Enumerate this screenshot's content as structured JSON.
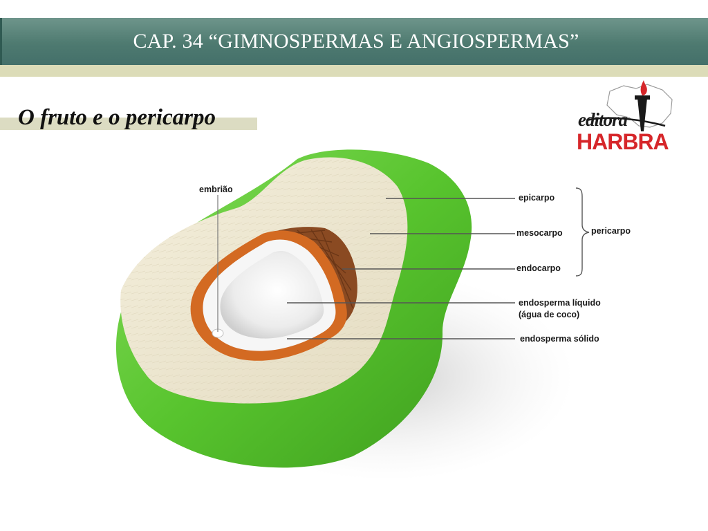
{
  "slide": {
    "title": "CAP. 34 “GIMNOSPERMAS E ANGIOSPERMAS”",
    "subtitle": "O fruto e o pericarpo"
  },
  "logo": {
    "script_text": "editora",
    "word": "HARBRA",
    "colors": {
      "word": "#d6262a",
      "script": "#1a1a1a"
    }
  },
  "diagram": {
    "labels": {
      "embryo": "embrião",
      "epicarp": "epicarpo",
      "mesocarp": "mesocarpo",
      "endocarp": "endocarpo",
      "pericarp": "pericarpo",
      "liquid_endosperm_line1": "endosperma líquido",
      "liquid_endosperm_line2": "(água de coco)",
      "solid_endosperm": "endosperma sólido"
    },
    "colors": {
      "husk_green": "#5cc532",
      "fiber": "#ece6d2",
      "shell_brown": "#8a4a22",
      "endosperm_orange": "#d36a22"
    }
  }
}
